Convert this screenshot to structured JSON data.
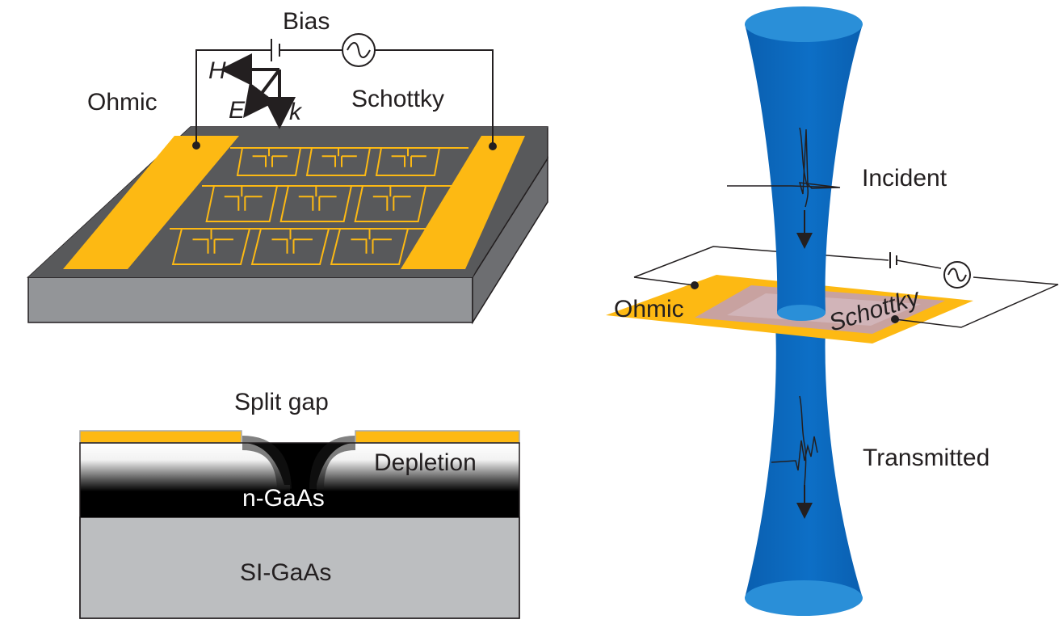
{
  "device_panel": {
    "bias_label": "Bias",
    "ohmic_label": "Ohmic",
    "schottky_label": "Schottky",
    "h_label": "H",
    "e_label": "E",
    "k_label": "k"
  },
  "cross_section": {
    "split_gap_label": "Split gap",
    "depletion_label": "Depletion",
    "n_gaas_label": "n-GaAs",
    "si_gaas_label": "SI-GaAs"
  },
  "beam_panel": {
    "incident_label": "Incident",
    "transmitted_label": "Transmitted",
    "ohmic_label": "Ohmic",
    "schottky_label": "Schottky"
  },
  "colors": {
    "gold": "#fdb913",
    "substrate_top": "#58595b",
    "substrate_side": "#939598",
    "beam": "#0a6bc0",
    "beam_light": "#2a8fd8",
    "si_gaas": "#bcbec0"
  },
  "icons": [
    "ac-source-icon",
    "battery-icon",
    "arrow-icon"
  ]
}
